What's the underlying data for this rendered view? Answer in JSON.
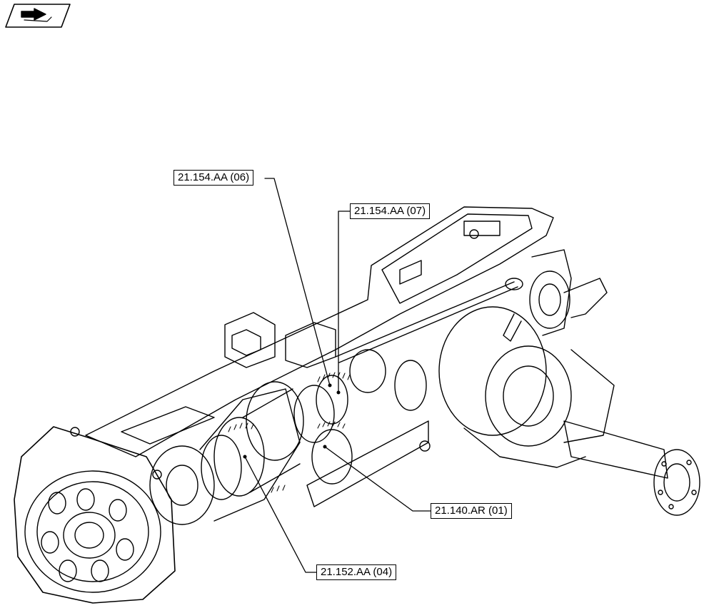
{
  "callouts": {
    "c1": "21.154.AA (06)",
    "c2": "21.154.AA (07)",
    "c3": "21.140.AR (01)",
    "c4": "21.152.AA (04)"
  },
  "icon": "view-direction-icon",
  "colors": {
    "line": "#000000",
    "background": "#ffffff"
  }
}
